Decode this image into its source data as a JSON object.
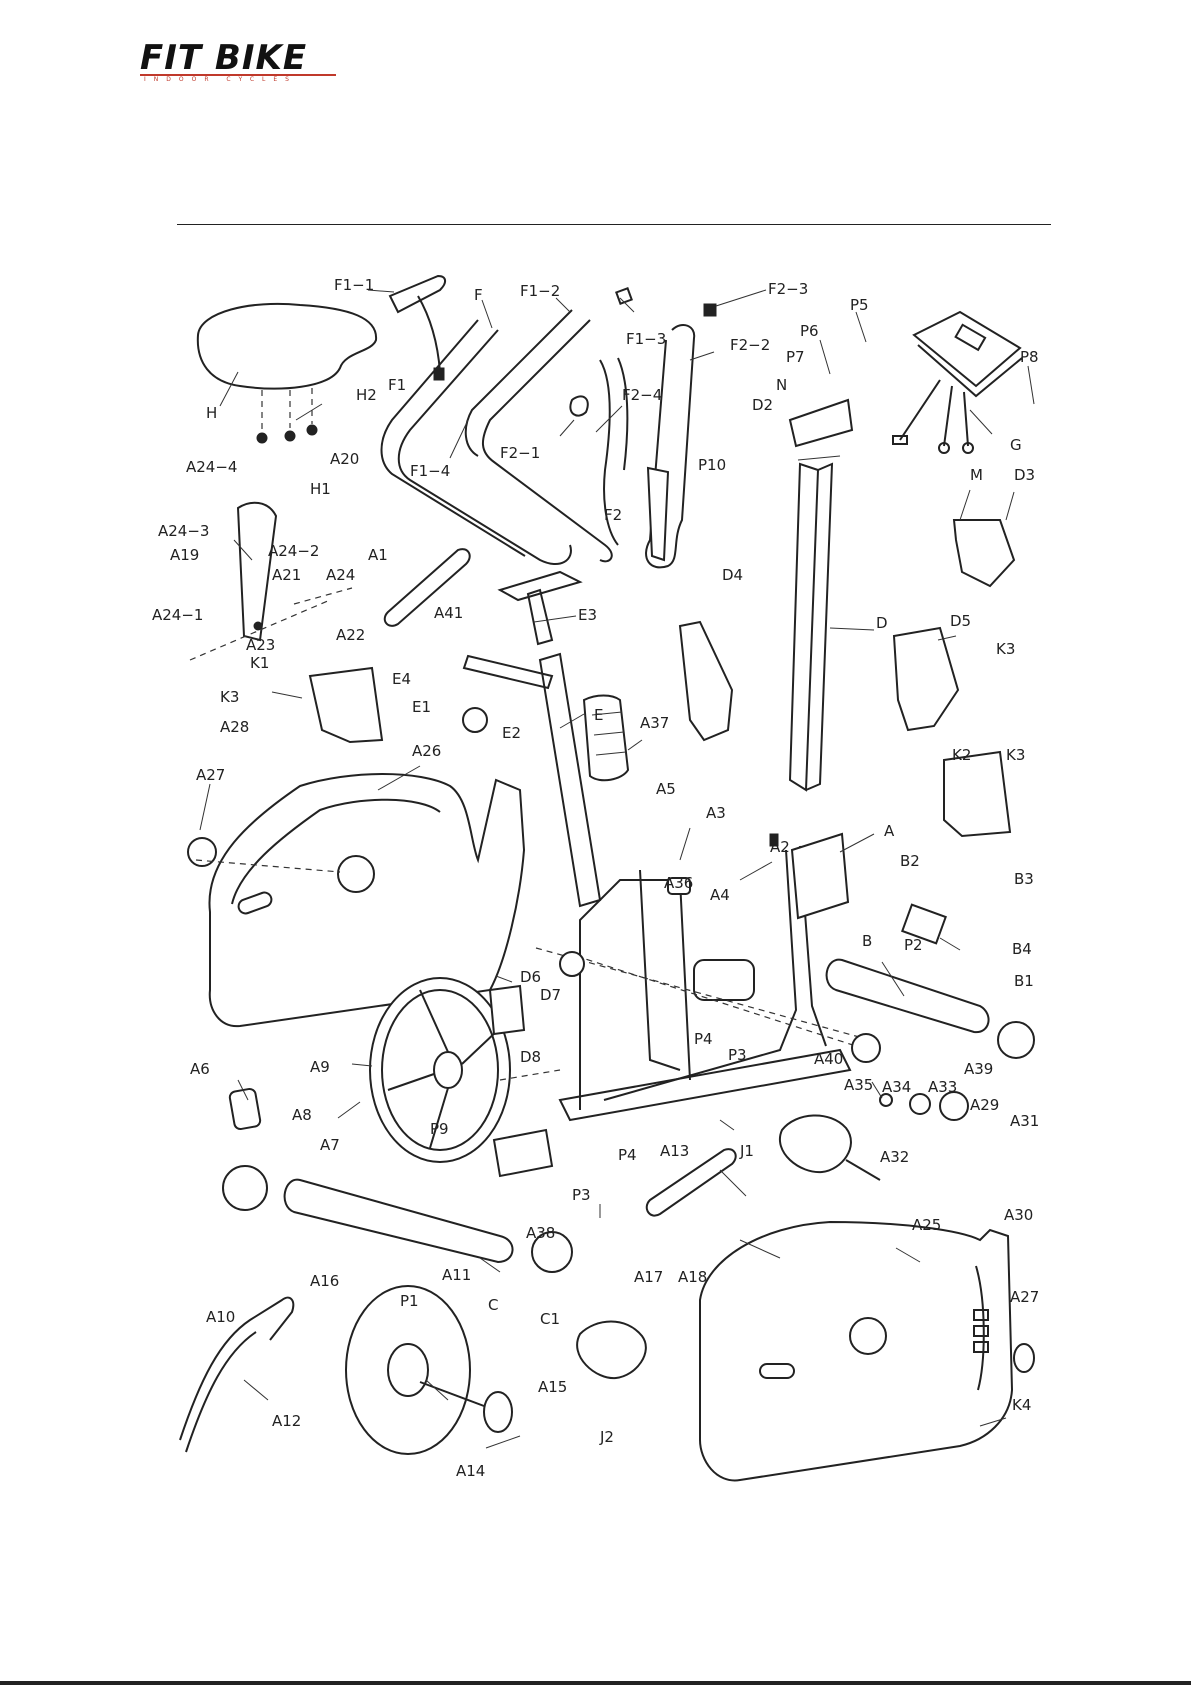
{
  "logo": {
    "brand": "FIT BIKE",
    "tagline": "INDOOR CYCLES",
    "color": "#c0392b"
  },
  "labels": {
    "F1_1": "F1−1",
    "F": "F",
    "F1_2": "F1−2",
    "F1_3": "F1−3",
    "F2_3": "F2−3",
    "F2_2": "F2−2",
    "P5": "P5",
    "P6": "P6",
    "P7": "P7",
    "N": "N",
    "P8": "P8",
    "D2": "D2",
    "G": "G",
    "H": "H",
    "F1": "F1",
    "H2": "H2",
    "H1": "H1",
    "F1_4": "F1−4",
    "F2_1": "F2−1",
    "F2_4": "F2−4",
    "F2": "F2",
    "P10": "P10",
    "M": "M",
    "D3": "D3",
    "A24_4": "A24−4",
    "A20": "A20",
    "A24_3": "A24−3",
    "A24_2": "A24−2",
    "A1": "A1",
    "A19": "A19",
    "A21": "A21",
    "A24": "A24",
    "A41": "A41",
    "A24_1": "A24−1",
    "A23": "A23",
    "A22": "A22",
    "E3": "E3",
    "D4": "D4",
    "D": "D",
    "D5": "D5",
    "K3a": "K3",
    "K1": "K1",
    "E4": "E4",
    "K3b": "K3",
    "E1": "E1",
    "E2": "E2",
    "E": "E",
    "A37": "A37",
    "K2": "K2",
    "K3c": "K3",
    "A28": "A28",
    "A26": "A26",
    "A27a": "A27",
    "A5": "A5",
    "A3": "A3",
    "A2": "A2",
    "A": "A",
    "B2": "B2",
    "B3": "B3",
    "A36": "A36",
    "A4": "A4",
    "B4": "B4",
    "B": "B",
    "P2": "P2",
    "B1": "B1",
    "D6": "D6",
    "D7": "D7",
    "D8": "D8",
    "P4a": "P4",
    "P3a": "P3",
    "A40": "A40",
    "A39": "A39",
    "A6": "A6",
    "A9": "A9",
    "A8": "A8",
    "A7": "A7",
    "A35": "A35",
    "A34": "A34",
    "A33": "A33",
    "A29": "A29",
    "A31": "A31",
    "P9": "P9",
    "P4b": "P4",
    "A13": "A13",
    "J1": "J1",
    "A32": "A32",
    "P3b": "P3",
    "A30": "A30",
    "A38": "A38",
    "A25": "A25",
    "A17": "A17",
    "A18": "A18",
    "A16": "A16",
    "A11": "A11",
    "C": "C",
    "A10": "A10",
    "P1": "P1",
    "C1": "C1",
    "A27b": "A27",
    "A15": "A15",
    "A12": "A12",
    "J2": "J2",
    "K4": "K4",
    "A14": "A14"
  }
}
